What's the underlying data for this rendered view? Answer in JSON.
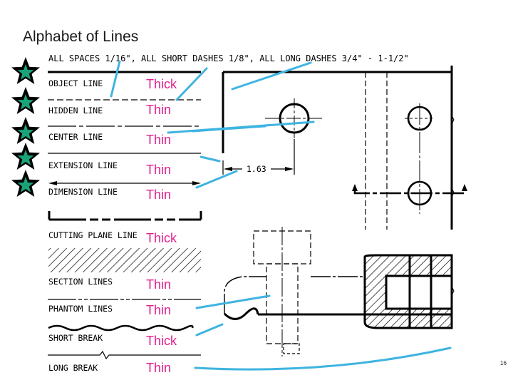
{
  "title": "Alphabet of Lines",
  "header_note": "ALL SPACES 1/16\", ALL SHORT DASHES 1/8\", ALL LONG DASHES 3/4\" - 1-1/2\"",
  "line_types": [
    {
      "name": "OBJECT LINE",
      "weight": "Thick"
    },
    {
      "name": "HIDDEN LINE",
      "weight": "Thin"
    },
    {
      "name": "CENTER LINE",
      "weight": "Thin"
    },
    {
      "name": "EXTENSION LINE",
      "weight": "Thin"
    },
    {
      "name": "DIMENSION LINE",
      "weight": "Thin"
    },
    {
      "name": "CUTTING PLANE LINE",
      "weight": "Thick"
    },
    {
      "name": "SECTION LINES",
      "weight": "Thin"
    },
    {
      "name": "PHANTOM LINES",
      "weight": "Thin"
    },
    {
      "name": "SHORT BREAK",
      "weight": "Thick"
    },
    {
      "name": "LONG BREAK",
      "weight": "Thin"
    }
  ],
  "dimension_value": "1.63",
  "slide_number": "16",
  "colors": {
    "weight_label": "#e2208f",
    "star_fill": "#1aa37a",
    "arrow": "#3fb4e0",
    "line": "#000000"
  }
}
